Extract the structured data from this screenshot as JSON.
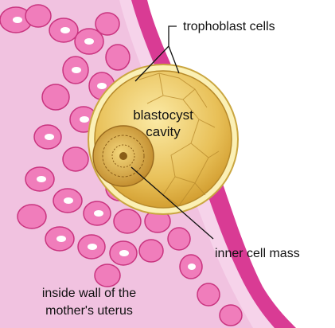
{
  "labels": {
    "trophoblast": "trophoblast cells",
    "cavity_line1": "blastocyst",
    "cavity_line2": "cavity",
    "inner_mass": "inner cell mass",
    "wall_line1": "inside wall of the",
    "wall_line2": "mother's uterus"
  },
  "colors": {
    "uterus_light": "#f2c8e4",
    "uterus_wall": "#e0479d",
    "uterus_cell": "#f27fbd",
    "nucleus": "#ffffff",
    "blastocyst_gold": "#e3b84a",
    "blastocyst_light": "#f9e89a",
    "inner_mass": "#d4a340"
  }
}
